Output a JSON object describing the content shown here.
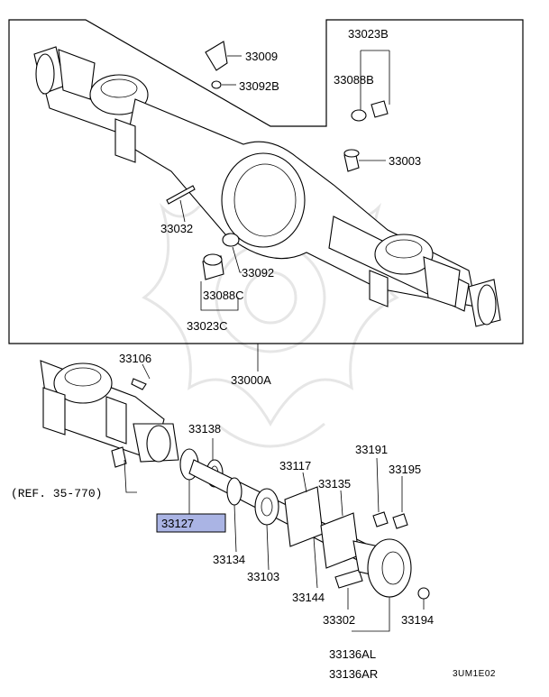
{
  "parts": {
    "p33009": "33009",
    "p33092B": "33092B",
    "p33023B": "33023B",
    "p33088B": "33088B",
    "p33003": "33003",
    "p33032": "33032",
    "p33092": "33092",
    "p33088C": "33088C",
    "p33023C": "33023C",
    "p33000A": "33000A",
    "p33106": "33106",
    "p33138": "33138",
    "p33191": "33191",
    "p33195": "33195",
    "p33117": "33117",
    "p33135": "33135",
    "p33127": "33127",
    "p33134": "33134",
    "p33103": "33103",
    "p33144": "33144",
    "p33302": "33302",
    "p33194": "33194",
    "p33136AL": "33136AL",
    "p33136AR": "33136AR"
  },
  "reference": "(REF. 35-770)",
  "diagram_code": "3UM1E02",
  "colors": {
    "highlight": "#aab4e4",
    "line": "#000000",
    "watermark": "#e6e6e6"
  }
}
